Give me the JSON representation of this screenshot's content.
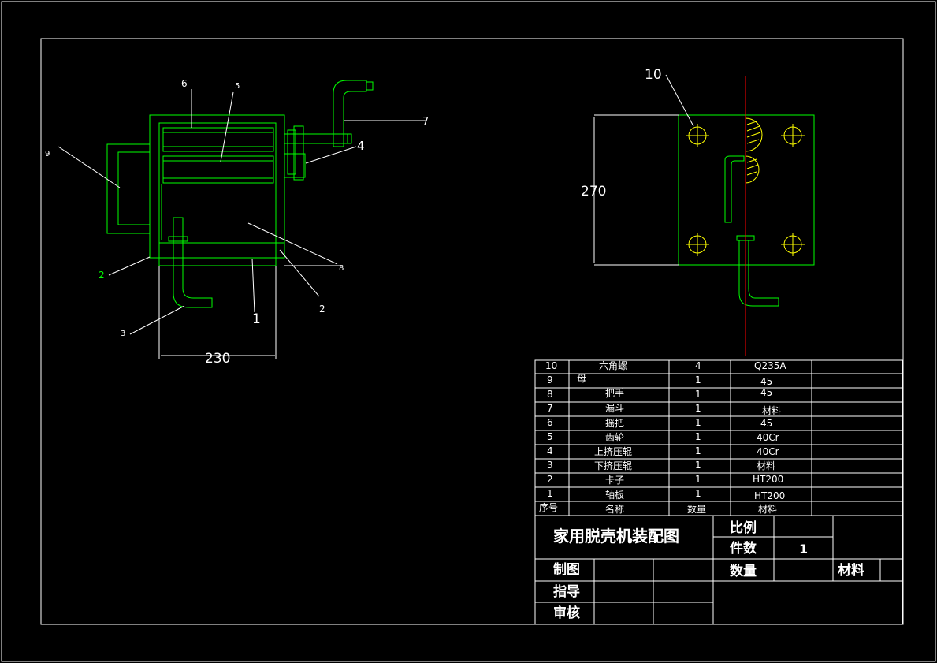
{
  "colors": {
    "background": "#000000",
    "frame": "#ffffff",
    "part": "#00ff00",
    "hole": "#ffff00",
    "centerline": "#ff0000",
    "hatch": "#ffff00"
  },
  "front_view": {
    "balloons": [
      "6",
      "5",
      "9",
      "7",
      "4",
      "2",
      "8",
      "2",
      "1",
      "3"
    ],
    "dimension_width": "230"
  },
  "side_view": {
    "balloon_10": "10",
    "dimension_height": "270"
  },
  "parts_list": {
    "rows": [
      {
        "no": "10",
        "name": "六角螺",
        "qty": "4",
        "material": "Q235A"
      },
      {
        "no": "9",
        "name": "母",
        "qty": "1",
        "material": "45"
      },
      {
        "no": "8",
        "name": "把手",
        "qty": "1",
        "material": "45"
      },
      {
        "no": "7",
        "name": "漏斗",
        "qty": "1",
        "material": "材料"
      },
      {
        "no": "6",
        "name": "摇把",
        "qty": "1",
        "material": "45"
      },
      {
        "no": "5",
        "name": "齿轮",
        "qty": "1",
        "material": "40Cr"
      },
      {
        "no": "4",
        "name": "上挤压辊",
        "qty": "1",
        "material": "40Cr"
      },
      {
        "no": "3",
        "name": "下挤压辊",
        "qty": "1",
        "material": "材料"
      },
      {
        "no": "2",
        "name": "卡子",
        "qty": "1",
        "material": "HT200"
      },
      {
        "no": "1",
        "name": "轴板",
        "qty": "1",
        "material": "HT200"
      }
    ],
    "header": {
      "no": "序号",
      "name": "名称",
      "qty": "数量",
      "material": "材料"
    }
  },
  "title_block": {
    "title": "家用脱壳机装配图",
    "scale_label": "比例",
    "count_label": "件数",
    "count_value": "1",
    "quantity_label": "数量",
    "material_label": "材料",
    "drawn_label": "制图",
    "guide_label": "指导",
    "review_label": "审核"
  }
}
